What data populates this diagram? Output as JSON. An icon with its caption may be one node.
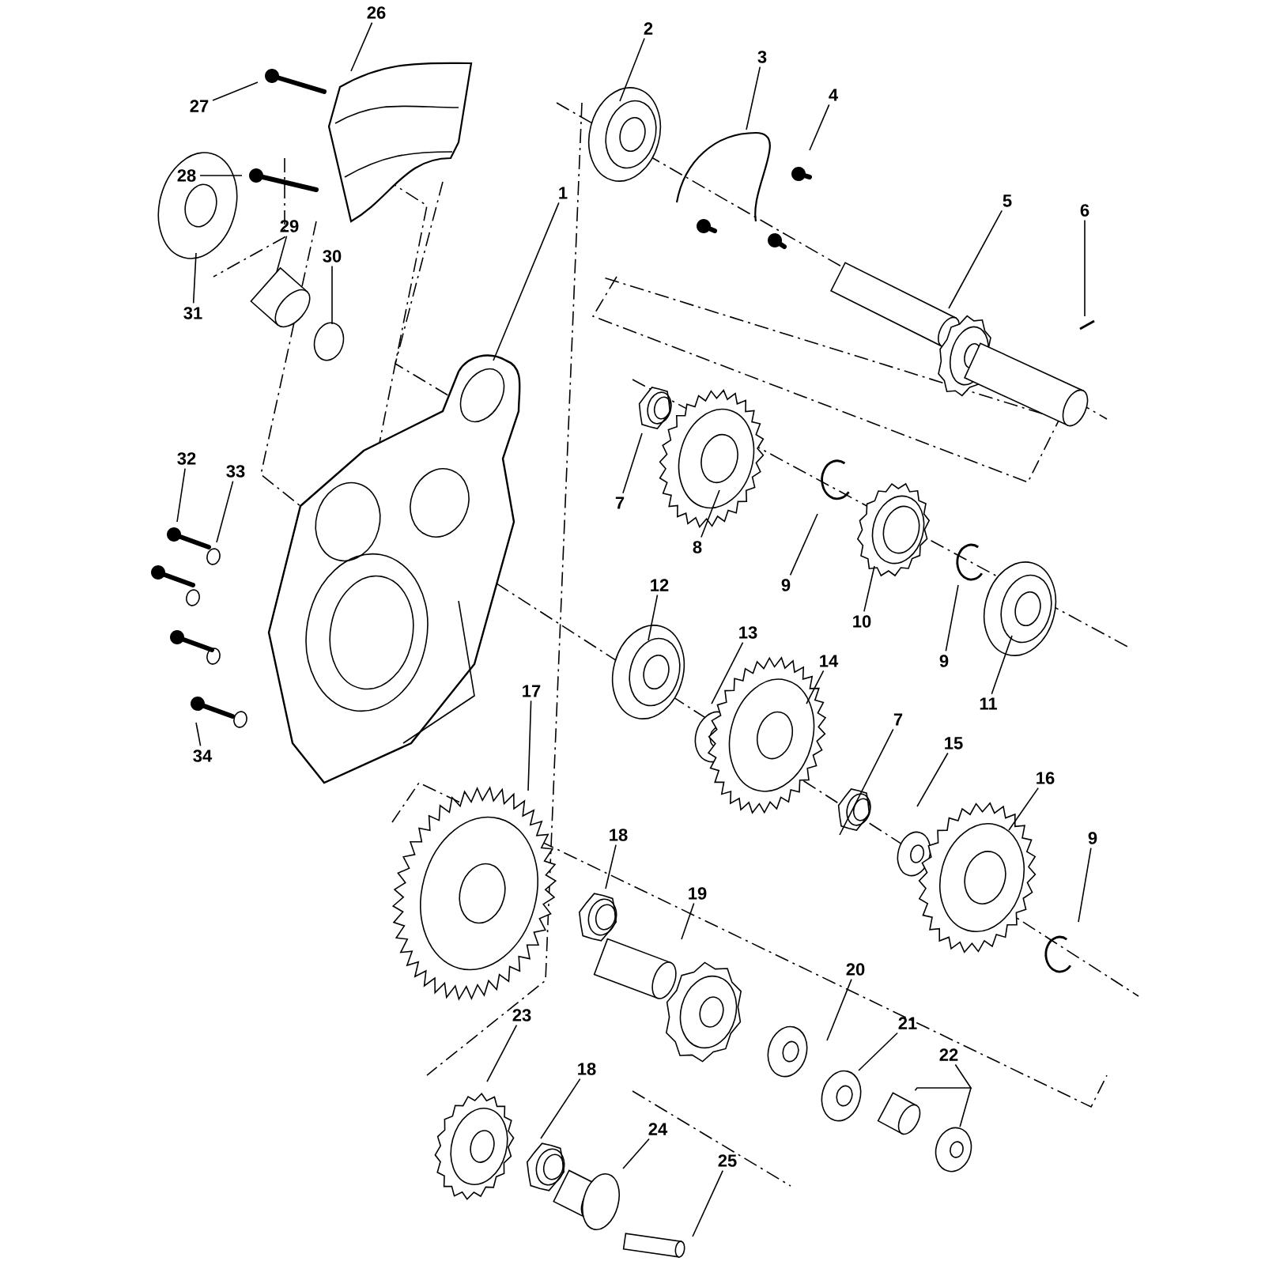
{
  "diagram": {
    "nodes": [
      {
        "text": [
          "1"
        ]
      },
      {
        "text": [
          "2"
        ]
      },
      {
        "text": [
          "3"
        ]
      },
      {
        "text": [
          "4"
        ]
      },
      {
        "text": [
          "5"
        ]
      },
      {
        "text": [
          "6"
        ]
      },
      {
        "text": [
          "7"
        ]
      },
      {
        "text": [
          "8"
        ]
      },
      {
        "text": [
          "9"
        ]
      },
      {
        "text": [
          "10"
        ]
      },
      {
        "text": [
          "9"
        ]
      },
      {
        "text": [
          "11"
        ]
      },
      {
        "text": [
          "12"
        ]
      },
      {
        "text": [
          "13"
        ]
      },
      {
        "text": [
          "14"
        ]
      },
      {
        "text": [
          "7"
        ]
      },
      {
        "text": [
          "15"
        ]
      },
      {
        "text": [
          "16"
        ]
      },
      {
        "text": [
          "9"
        ]
      },
      {
        "text": [
          "17"
        ]
      },
      {
        "text": [
          "18"
        ]
      },
      {
        "text": [
          "19"
        ]
      },
      {
        "text": [
          "20"
        ]
      },
      {
        "text": [
          "21"
        ]
      },
      {
        "text": [
          "22"
        ]
      },
      {
        "text": [
          "23"
        ]
      },
      {
        "text": [
          "18"
        ]
      },
      {
        "text": [
          "24"
        ]
      },
      {
        "text": [
          "25"
        ]
      },
      {
        "text": [
          "26"
        ]
      },
      {
        "text": [
          "27"
        ]
      },
      {
        "text": [
          "28"
        ]
      },
      {
        "text": [
          "29"
        ]
      },
      {
        "text": [
          "30"
        ]
      },
      {
        "text": [
          "31"
        ]
      },
      {
        "text": [
          "32"
        ]
      },
      {
        "text": [
          "33"
        ]
      },
      {
        "text": [
          "34"
        ]
      },
      {
        "text": [],
        "shape": "cylinder"
      },
      {
        "text": [],
        "shape": "ring"
      }
    ],
    "edges": [
      {
        "from": 0,
        "to": null,
        "arrow": "none"
      },
      {
        "from": 1,
        "to": null,
        "arrow": "none"
      },
      {
        "from": 2,
        "to": null,
        "arrow": "none"
      },
      {
        "from": 3,
        "to": null,
        "arrow": "none"
      },
      {
        "from": 4,
        "to": null,
        "arrow": "none"
      },
      {
        "from": 5,
        "to": null,
        "arrow": "none"
      },
      {
        "from": 6,
        "to": null,
        "arrow": "none"
      },
      {
        "from": 7,
        "to": null,
        "arrow": "none"
      },
      {
        "from": 8,
        "to": null,
        "arrow": "none"
      },
      {
        "from": 9,
        "to": null,
        "arrow": "none"
      },
      {
        "from": 10,
        "to": null,
        "arrow": "none"
      },
      {
        "from": 11,
        "to": null,
        "arrow": "none"
      },
      {
        "from": 12,
        "to": null,
        "arrow": "none"
      },
      {
        "from": 13,
        "to": null,
        "arrow": "none"
      },
      {
        "from": 14,
        "to": null,
        "arrow": "none"
      },
      {
        "from": 15,
        "to": null,
        "arrow": "none"
      },
      {
        "from": 16,
        "to": null,
        "arrow": "none"
      },
      {
        "from": 17,
        "to": null,
        "arrow": "none"
      },
      {
        "from": 18,
        "to": null,
        "arrow": "none"
      },
      {
        "from": 19,
        "to": null,
        "arrow": "none"
      },
      {
        "from": 20,
        "to": null,
        "arrow": "none"
      },
      {
        "from": 21,
        "to": null,
        "arrow": "none"
      },
      {
        "from": 22,
        "to": null,
        "arrow": "none"
      },
      {
        "from": 23,
        "to": null,
        "arrow": "none"
      },
      {
        "from": 24,
        "to": 38,
        "arrow": "none"
      },
      {
        "from": 24,
        "to": 39,
        "arrow": "none"
      },
      {
        "from": 25,
        "to": null,
        "arrow": "none"
      },
      {
        "from": 26,
        "to": null,
        "arrow": "none"
      },
      {
        "from": 27,
        "to": null,
        "arrow": "none"
      },
      {
        "from": 28,
        "to": null,
        "arrow": "none"
      },
      {
        "from": 29,
        "to": null,
        "arrow": "none"
      },
      {
        "from": 30,
        "to": null,
        "arrow": "none"
      },
      {
        "from": 31,
        "to": null,
        "arrow": "none"
      },
      {
        "from": 32,
        "to": null,
        "arrow": "none"
      },
      {
        "from": 33,
        "to": null,
        "arrow": "none"
      },
      {
        "from": 34,
        "to": null,
        "arrow": "none"
      },
      {
        "from": 35,
        "to": null,
        "arrow": "none"
      },
      {
        "from": 36,
        "to": null,
        "arrow": "none"
      },
      {
        "from": 37,
        "to": null,
        "arrow": "none"
      }
    ]
  }
}
